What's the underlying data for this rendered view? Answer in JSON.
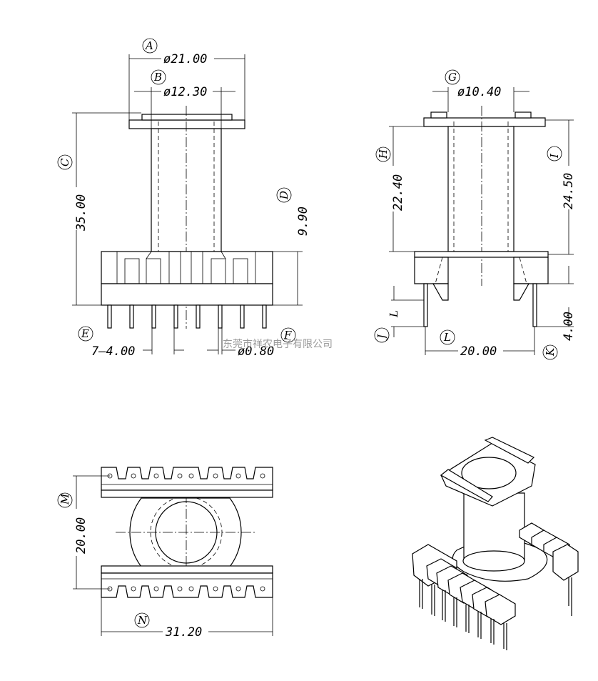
{
  "views": {
    "front": {
      "callouts": {
        "A": "A",
        "B": "B",
        "C": "C",
        "D": "D",
        "E": "E",
        "F": "F"
      },
      "dims": {
        "overall_dia": "ø21.00",
        "core_dia": "ø12.30",
        "height": "35.00",
        "base_height": "9.90",
        "pin_pitch": "7–4.00",
        "pin_dia": "ø0.80"
      }
    },
    "side": {
      "callouts": {
        "G": "G",
        "H": "H",
        "I": "I",
        "J": "J",
        "K": "K",
        "L": "L"
      },
      "dims": {
        "core_dia": "ø10.40",
        "winding_height": "22.40",
        "total_height": "24.50",
        "row_spacing": "20.00",
        "pin_length": "4.00"
      }
    },
    "bottom": {
      "callouts": {
        "M": "M",
        "N": "N"
      },
      "dims": {
        "width": "20.00",
        "length": "31.20"
      }
    }
  },
  "watermark": "东莞市祥农电子有限公司"
}
